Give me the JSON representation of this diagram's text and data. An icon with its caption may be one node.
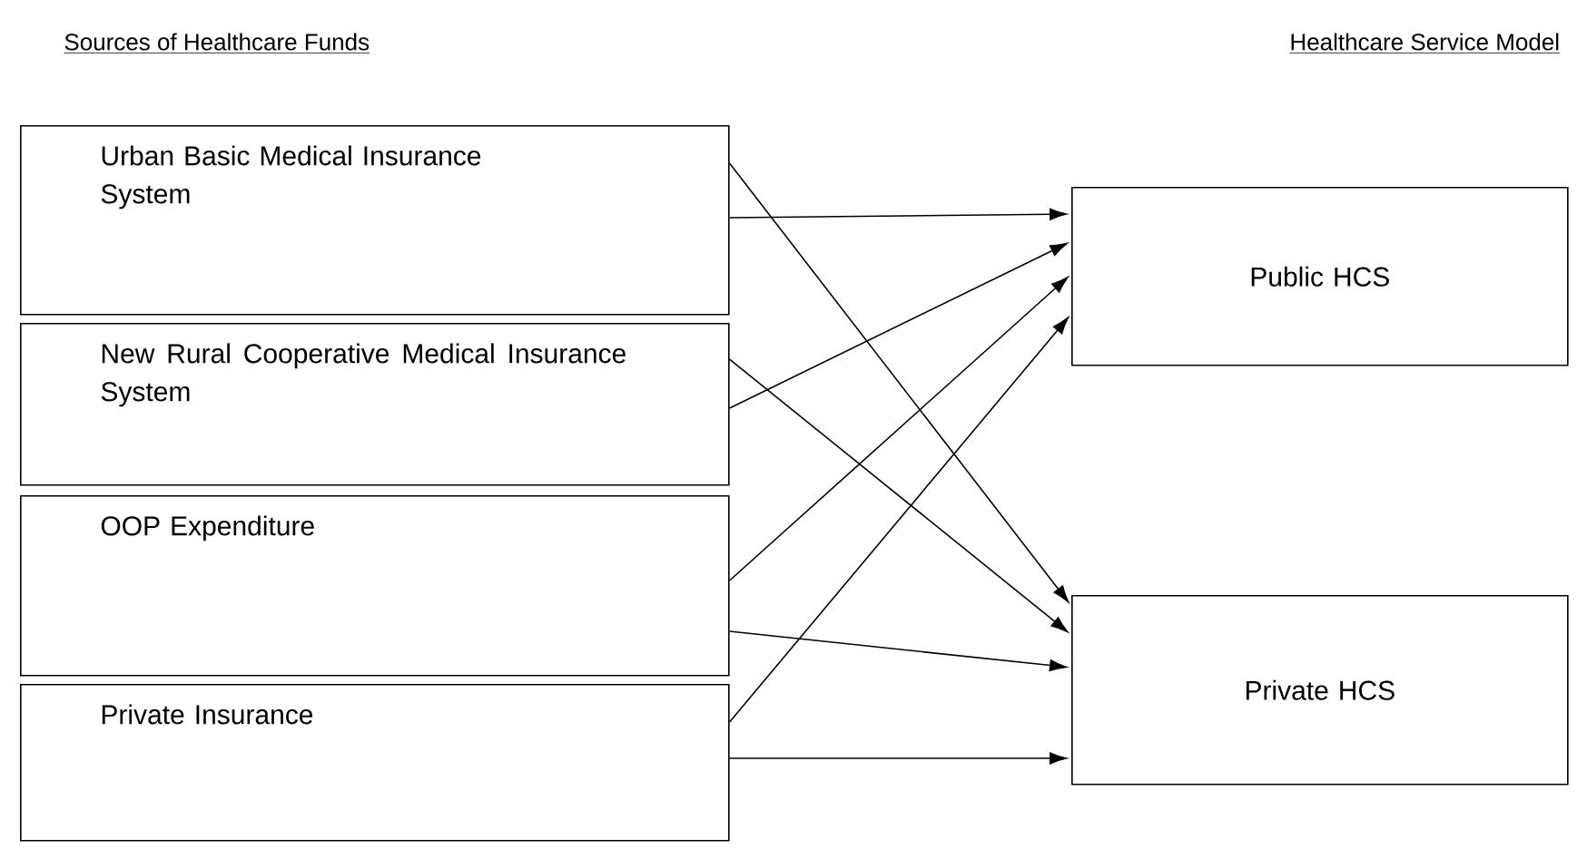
{
  "diagram": {
    "nodes": [
      {
        "text": [
          "Urban Basic Medical Insurance System"
        ]
      },
      {
        "text": [
          "New Rural Cooperative Medical Insurance System"
        ]
      },
      {
        "text": [
          "OOP Expenditure"
        ]
      },
      {
        "text": [
          "Private Insurance"
        ]
      },
      {
        "text": [
          "Public HCS"
        ]
      },
      {
        "text": [
          "Private HCS"
        ]
      }
    ],
    "edges": [
      {
        "from": 0,
        "to": 4,
        "arrow": "to"
      },
      {
        "from": 0,
        "to": 5,
        "arrow": "to"
      },
      {
        "from": 1,
        "to": 4,
        "arrow": "to"
      },
      {
        "from": 1,
        "to": 5,
        "arrow": "to"
      },
      {
        "from": 2,
        "to": 4,
        "arrow": "to"
      },
      {
        "from": 2,
        "to": 5,
        "arrow": "to"
      },
      {
        "from": 3,
        "to": 4,
        "arrow": "to"
      },
      {
        "from": 3,
        "to": 5,
        "arrow": "to"
      }
    ],
    "labels": [
      "Sources of Healthcare Funds",
      "Healthcare Service Model"
    ]
  }
}
